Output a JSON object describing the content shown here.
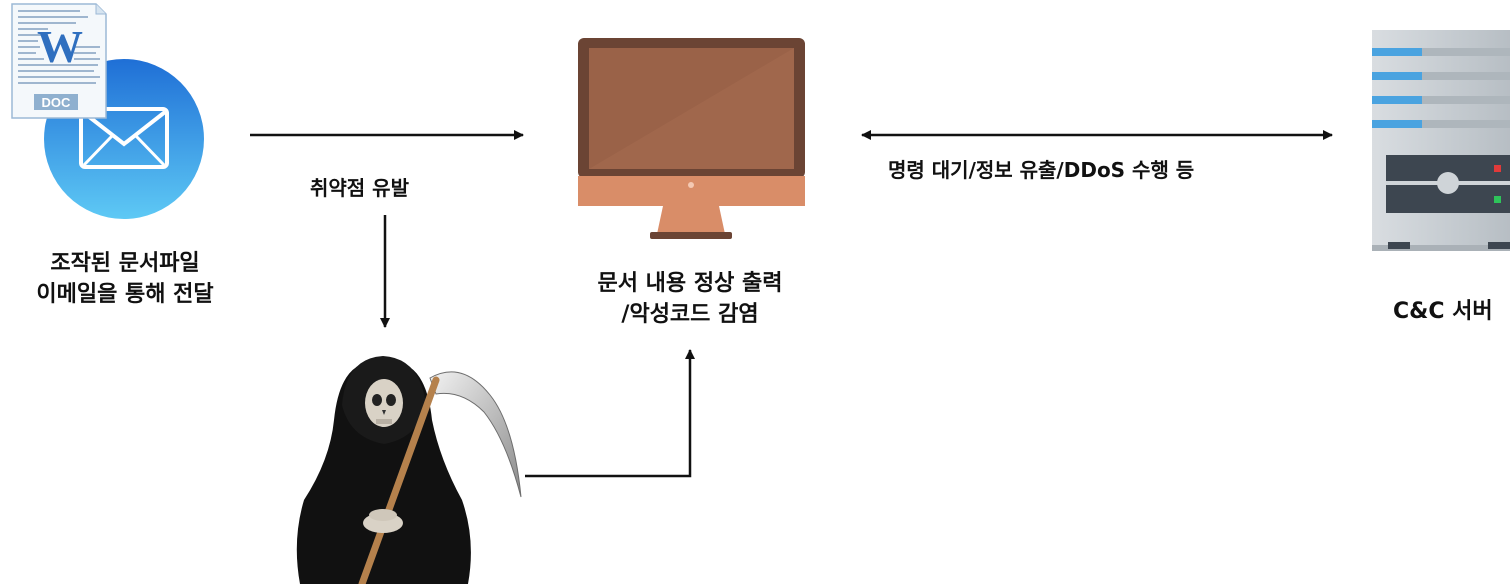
{
  "nodes": {
    "document_email": {
      "line1": "조작된 문서파일",
      "line2": "이메일을 통해 전달",
      "icon": "word-doc-email-icon",
      "doc_badge": "DOC",
      "word_letter": "W"
    },
    "exploit": {
      "icon": "grim-reaper-icon"
    },
    "victim_pc": {
      "line1": "문서 내용 정상 출력",
      "line2": "/악성코드 감염",
      "icon": "monitor-icon"
    },
    "cc_server": {
      "label": "C&C 서버",
      "icon": "server-icon"
    }
  },
  "edges": {
    "vuln_trigger": "취약점 유발",
    "c2_activity": "명령 대기/정보 유출/DDoS 수행 등"
  },
  "colors": {
    "arrow": "#111111",
    "monitor_frame": "#6b4434",
    "monitor_screen": "#9a6248",
    "monitor_stand": "#d98d68",
    "mail_blue": "#2f8fe6",
    "server_light": "#cfd4d8",
    "server_dark": "#3d4650",
    "server_accent": "#4aa3e0",
    "led_red": "#e03a3a",
    "led_green": "#2ec45a"
  }
}
